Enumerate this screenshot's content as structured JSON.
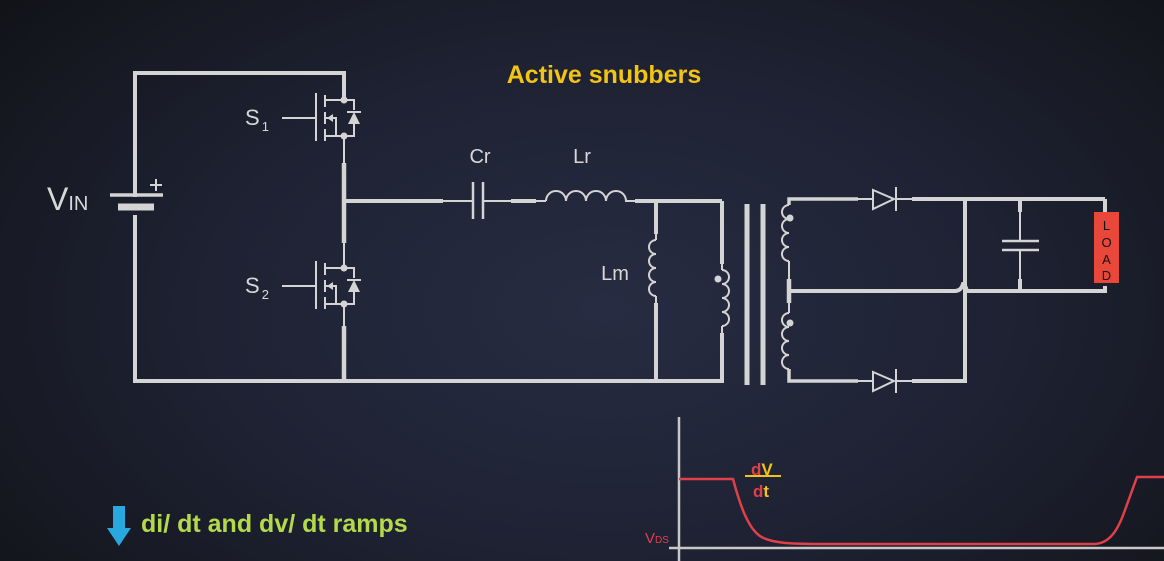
{
  "slide": {
    "title": "Active snubbers",
    "bullet": {
      "icon": "arrow-down-icon",
      "text": "di/ dt and dv/ dt ramps",
      "color": "#b4d94a",
      "icon_color": "#29a8e0"
    }
  },
  "circuit": {
    "source": {
      "label_main": "V",
      "label_sub": "IN",
      "polarity": "+"
    },
    "switches": [
      {
        "label": "S",
        "sub": "1"
      },
      {
        "label": "S",
        "sub": "2"
      }
    ],
    "resonant_capacitor": "Cr",
    "resonant_inductor": "Lr",
    "magnetizing_inductor": "Lm",
    "load": {
      "label": "LOAD",
      "letters": [
        "L",
        "O",
        "A",
        "D"
      ],
      "color": "#e8473a"
    },
    "wire_color": "#d4d4d4"
  },
  "waveform": {
    "axis_label_main": "V",
    "axis_label_sub": "DS",
    "annotation": {
      "num_d": "d",
      "num_v": "V",
      "den_d": "d",
      "den_t": "t"
    },
    "trace_color": "#e0404a"
  }
}
